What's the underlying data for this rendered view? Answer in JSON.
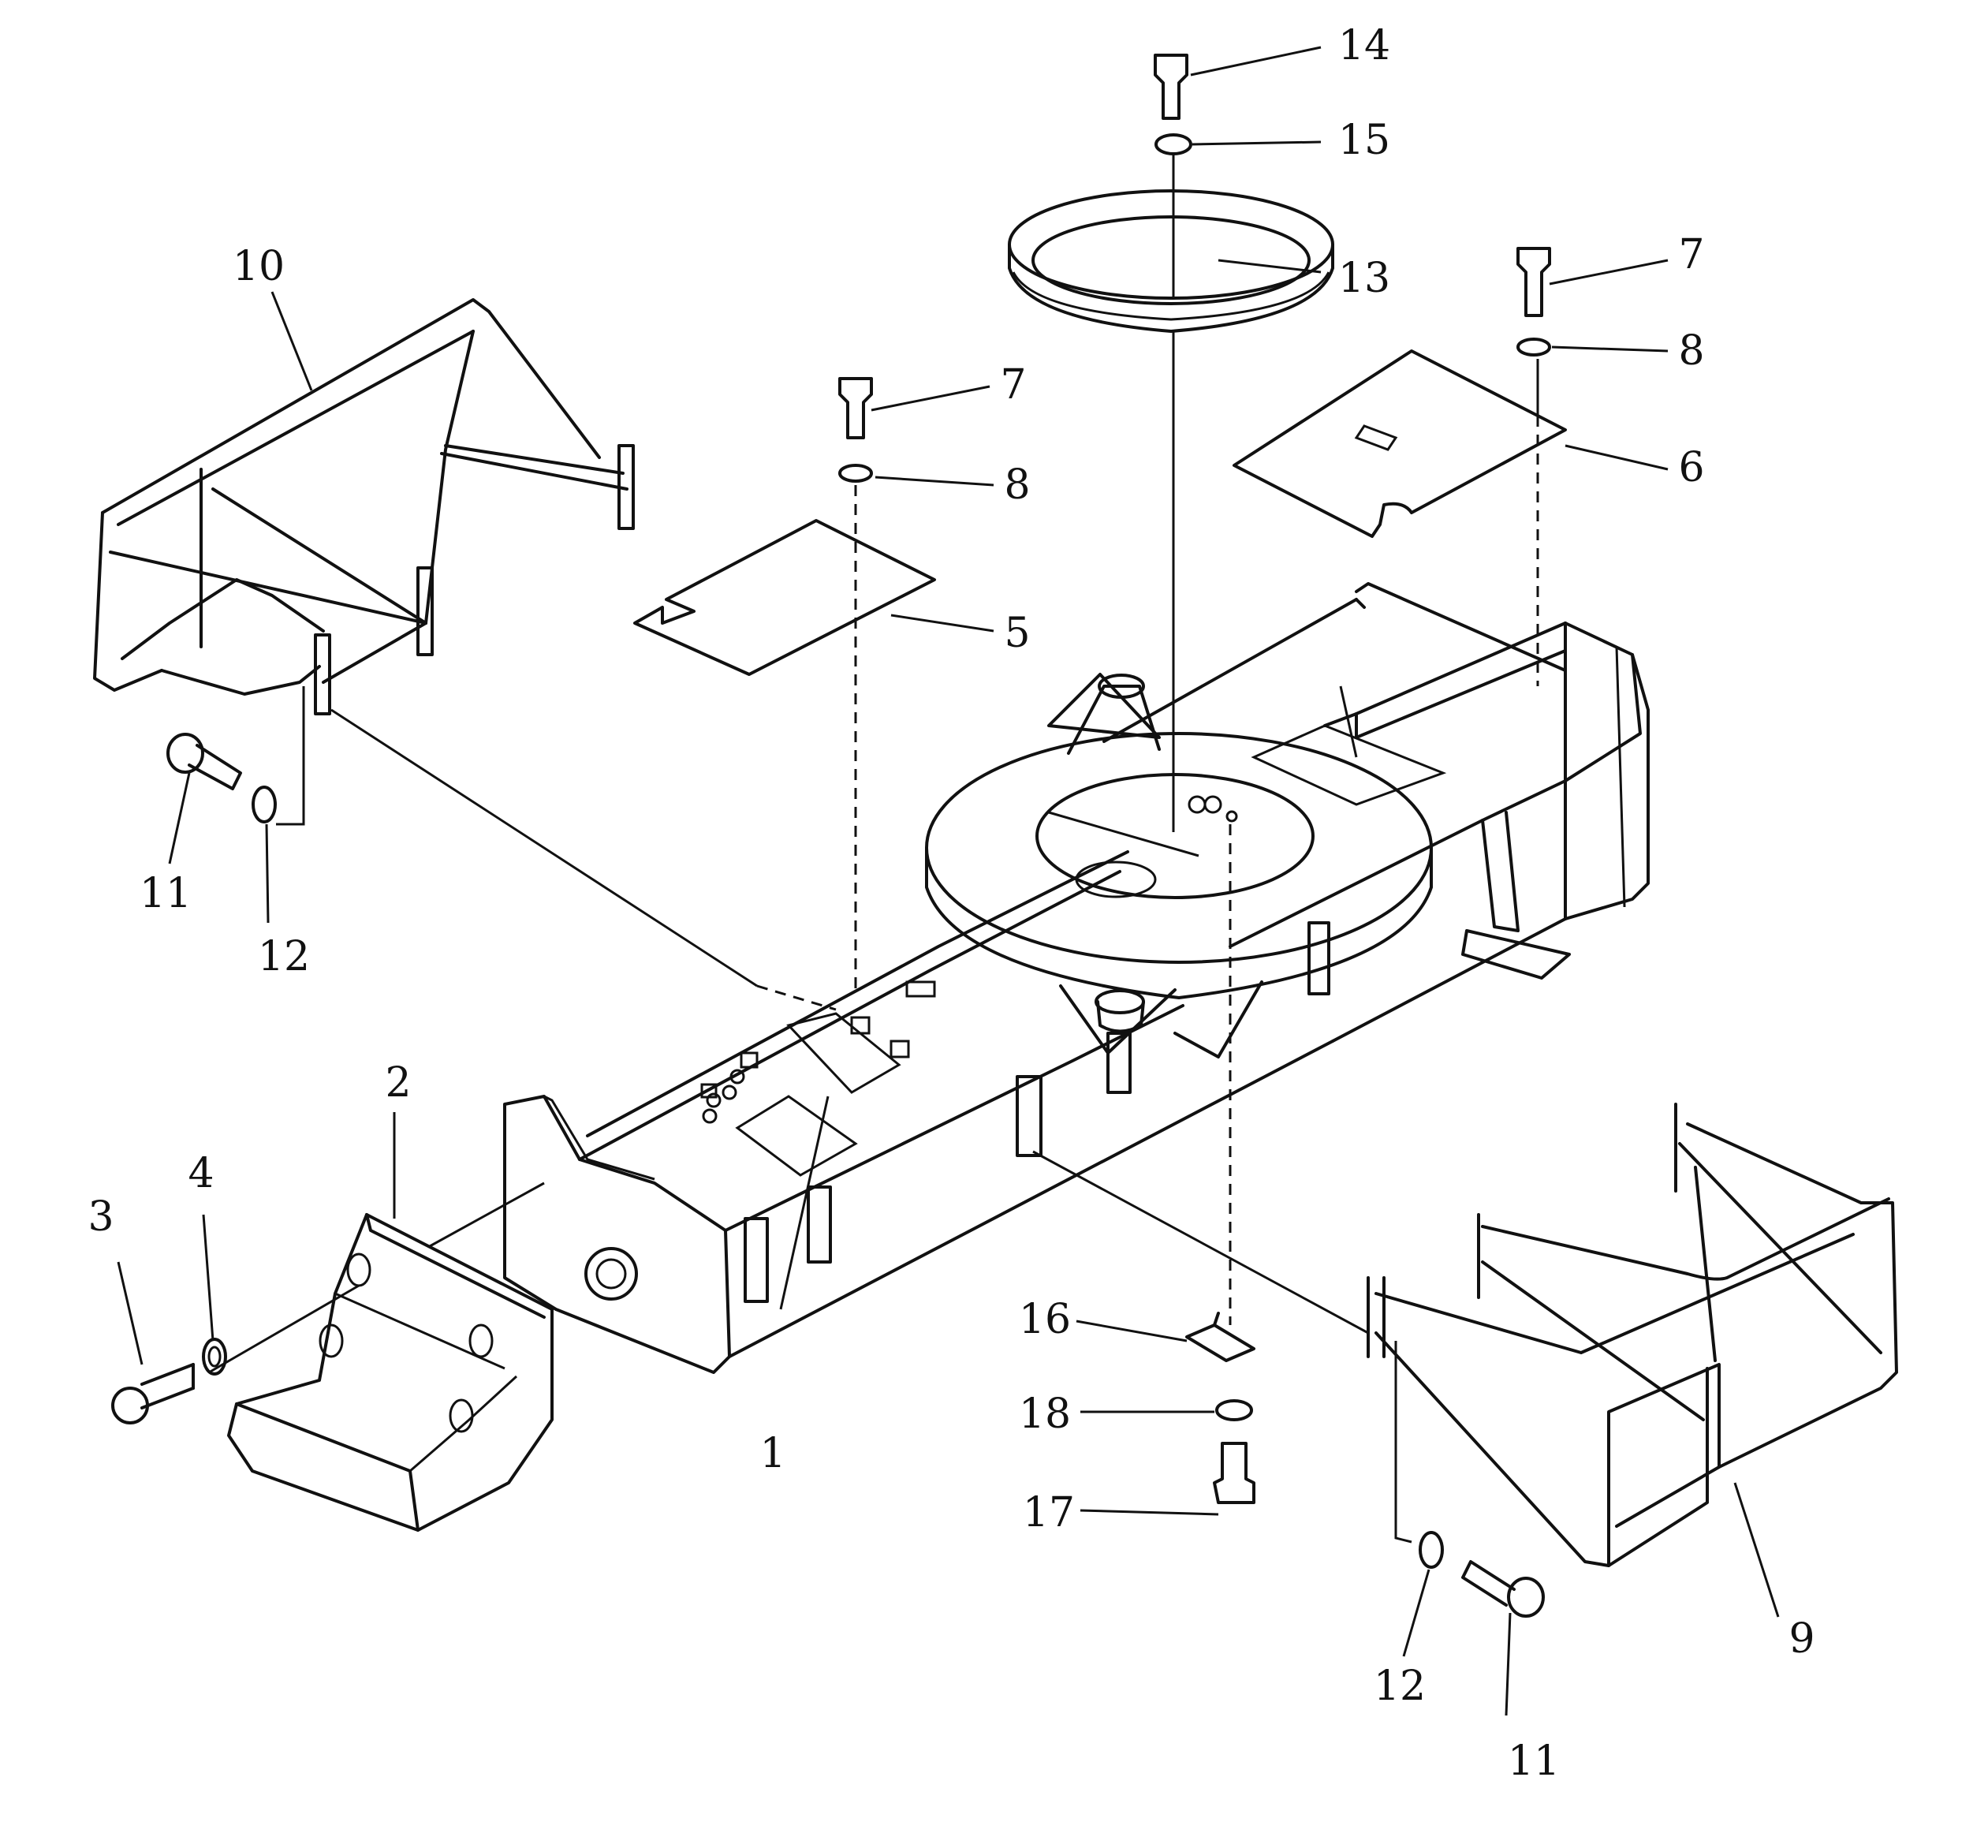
{
  "callouts": [
    {
      "id": "c1",
      "text": "1"
    },
    {
      "id": "c2",
      "text": "2"
    },
    {
      "id": "c3",
      "text": "3"
    },
    {
      "id": "c4",
      "text": "4"
    },
    {
      "id": "c5",
      "text": "5"
    },
    {
      "id": "c6",
      "text": "6"
    },
    {
      "id": "c7a",
      "text": "7"
    },
    {
      "id": "c7b",
      "text": "7"
    },
    {
      "id": "c8a",
      "text": "8"
    },
    {
      "id": "c8b",
      "text": "8"
    },
    {
      "id": "c9",
      "text": "9"
    },
    {
      "id": "c10",
      "text": "10"
    },
    {
      "id": "c11a",
      "text": "11"
    },
    {
      "id": "c11b",
      "text": "11"
    },
    {
      "id": "c12a",
      "text": "12"
    },
    {
      "id": "c12b",
      "text": "12"
    },
    {
      "id": "c13",
      "text": "13"
    },
    {
      "id": "c14",
      "text": "14"
    },
    {
      "id": "c15",
      "text": "15"
    },
    {
      "id": "c16",
      "text": "16"
    },
    {
      "id": "c17",
      "text": "17"
    },
    {
      "id": "c18",
      "text": "18"
    }
  ]
}
